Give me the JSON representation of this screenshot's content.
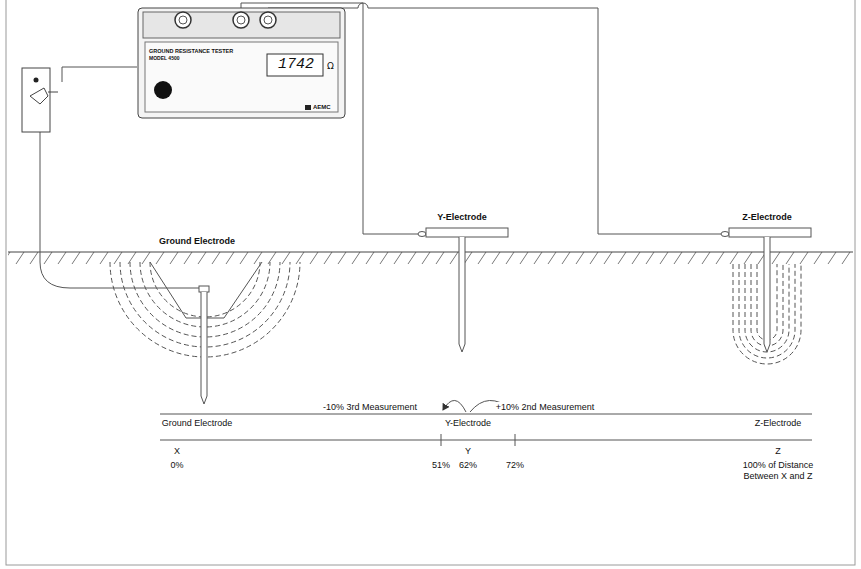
{
  "diagram": {
    "nodes": [
      {
        "text": [
          "GROUND RESISTANCE TESTER",
          "MODEL 4500",
          "1742",
          "Ω",
          "AEMC"
        ]
      }
    ],
    "labels": [
      "Ground Electrode",
      "Y-Electrode",
      "Z-Electrode",
      "-10% 3rd Measurement",
      "+10% 2nd Measurement",
      "Ground Electrode",
      "Y-Electrode",
      "Z-Electrode",
      "X",
      "Y",
      "Z",
      "0%",
      "51%",
      "62%",
      "72%",
      "100% of Distance Between X and Z"
    ]
  }
}
